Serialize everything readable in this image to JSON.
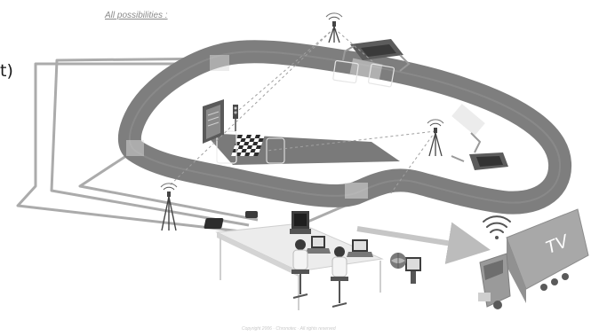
{
  "title": "All possibilities :",
  "left_fragment": "t)",
  "truck_label": "TV",
  "copyright": "Copyright 2006 · Chronotec · All rights reserved",
  "colors": {
    "track": "#808080",
    "track_edge": "#6a6a6a",
    "cable": "#a9a9a9",
    "radio_link": "#9a9a9a",
    "truck": "#a8a8a8",
    "desk": "#ececec"
  },
  "icons": [
    "antenna-tower-icon",
    "timing-loop-icon",
    "start-finish-line-icon",
    "scoreboard-icon",
    "traffic-light-icon",
    "workstation-icon",
    "operator-icon",
    "globe-icon",
    "wireless-signal-icon",
    "tv-truck-icon"
  ]
}
